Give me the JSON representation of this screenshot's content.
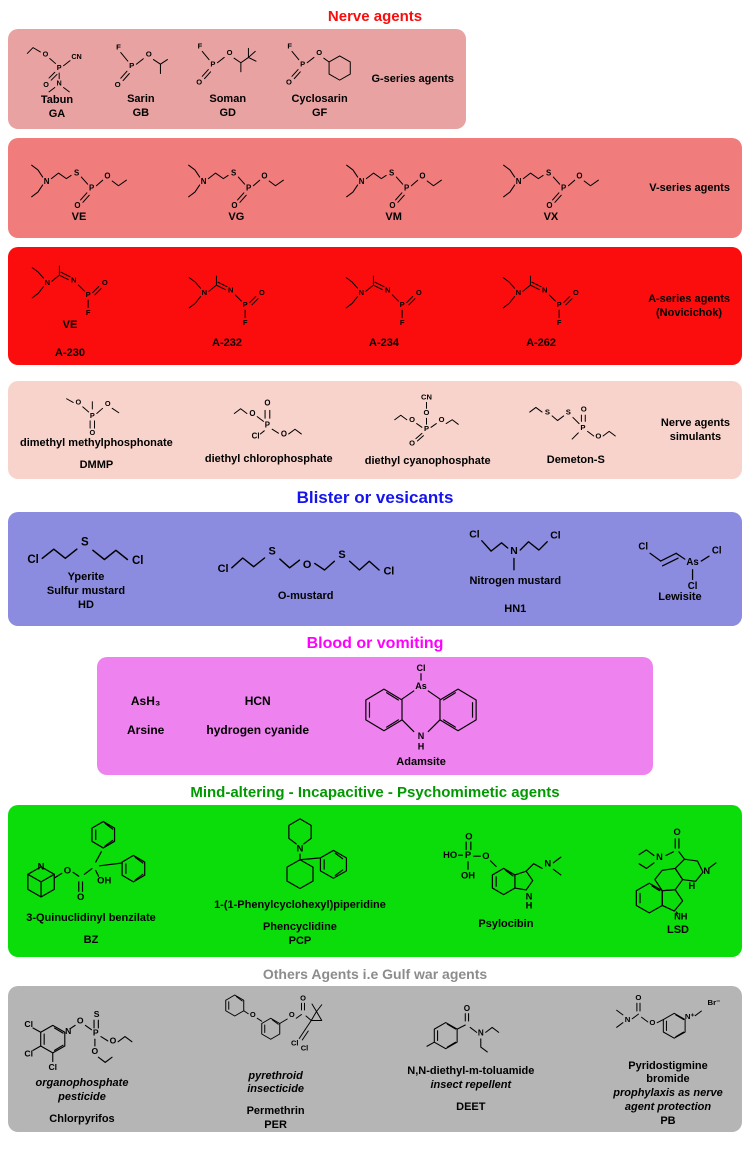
{
  "titles": {
    "nerve": "Nerve agents",
    "blister": "Blister or vesicants",
    "blood": "Blood or vomiting",
    "mind": "Mind-altering - Incapacitive - Psychomimetic agents",
    "others": "Others Agents i.e Gulf war agents"
  },
  "colors": {
    "nerve_title": "#f70d0d",
    "g_panel_bg": "#e9a2a2",
    "v_panel_bg": "#f17c7c",
    "a_panel_bg": "#fb0d0d",
    "sim_panel_bg": "#f8d3cb",
    "blister_title": "#1414f0",
    "blister_panel_bg": "#8b8bdf",
    "blood_title": "#ff00ff",
    "blood_panel_bg": "#ee82ee",
    "mind_title": "#009900",
    "mind_panel_bg": "#0bdd0b",
    "others_title": "#8c8c8c",
    "others_panel_bg": "#b5b5b5"
  },
  "g_panel": {
    "annotation": "G-series agents",
    "compounds": [
      {
        "lines": [
          "Tabun",
          "GA"
        ]
      },
      {
        "lines": [
          "Sarin",
          "GB"
        ]
      },
      {
        "lines": [
          "Soman",
          "GD"
        ]
      },
      {
        "lines": [
          "Cyclosarin",
          "GF"
        ]
      }
    ]
  },
  "v_panel": {
    "annotation": "V-series agents",
    "compounds": [
      {
        "lines": [
          "VE"
        ]
      },
      {
        "lines": [
          "VG"
        ]
      },
      {
        "lines": [
          "VM"
        ]
      },
      {
        "lines": [
          "VX"
        ]
      }
    ]
  },
  "a_panel": {
    "annotation_lines": [
      "A-series agents",
      "(Novicichok)"
    ],
    "compounds": [
      {
        "lines": [
          "VE",
          "A-230"
        ]
      },
      {
        "lines": [
          "A-232"
        ]
      },
      {
        "lines": [
          "A-234"
        ]
      },
      {
        "lines": [
          "A-262"
        ]
      }
    ]
  },
  "sim_panel": {
    "annotation_lines": [
      "Nerve agents",
      "simulants"
    ],
    "compounds": [
      {
        "lines": [
          "dimethyl methylphosphonate",
          "DMMP"
        ]
      },
      {
        "lines": [
          "diethyl chlorophosphate"
        ]
      },
      {
        "lines": [
          "diethyl cyanophosphate"
        ]
      },
      {
        "lines": [
          "Demeton-S"
        ]
      }
    ]
  },
  "blister_panel": {
    "compounds": [
      {
        "lines": [
          "Yperite",
          "Sulfur mustard",
          "HD"
        ]
      },
      {
        "lines": [
          "O-mustard"
        ]
      },
      {
        "lines": [
          "Nitrogen mustard",
          "HN1"
        ]
      },
      {
        "lines": [
          "Lewisite"
        ]
      }
    ]
  },
  "blood_panel": {
    "compounds": [
      {
        "lines": [
          "AsH₃",
          "Arsine"
        ]
      },
      {
        "lines": [
          "HCN",
          "hydrogen cyanide"
        ]
      },
      {
        "lines": [
          "Adamsite"
        ]
      }
    ]
  },
  "mind_panel": {
    "compounds": [
      {
        "lines": [
          "3-Quinuclidinyl benzilate",
          "BZ"
        ]
      },
      {
        "lines": [
          "1-(1-Phenylcyclohexyl)piperidine",
          "Phencyclidine",
          "PCP"
        ]
      },
      {
        "lines": [
          "Psylocibin"
        ]
      },
      {
        "lines": [
          "LSD"
        ]
      }
    ]
  },
  "others_panel": {
    "compounds": [
      {
        "lines": [
          "organophosphate",
          "pesticide",
          "Chlorpyrifos"
        ]
      },
      {
        "lines": [
          "pyrethroid",
          "insecticide",
          "Permethrin",
          "PER"
        ]
      },
      {
        "lines": [
          "N,N-diethyl-m-toluamide",
          "insect repellent",
          "DEET"
        ]
      },
      {
        "lines": [
          "Pyridostigmine",
          "bromide",
          "prophylaxis as nerve",
          "agent protection",
          "PB"
        ]
      }
    ]
  }
}
